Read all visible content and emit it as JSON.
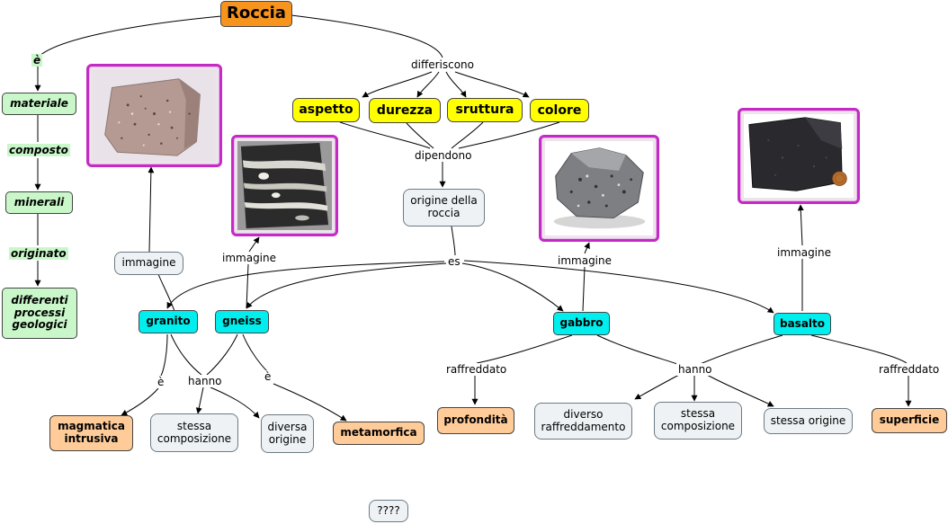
{
  "root": "Roccia",
  "linking_words": {
    "e_top": "è",
    "composto": "composto",
    "originato": "originato",
    "differiscono": "differiscono",
    "dipendono": "dipendono",
    "es": "es",
    "immagine_granito": "immagine",
    "immagine_gneiss": "immagine",
    "immagine_gabbro": "immagine",
    "immagine_basalto": "immagine",
    "e_granito": "è",
    "hanno_granito": "hanno",
    "e_gneiss": "è",
    "raffreddato_gabbro": "raffreddato",
    "hanno_gabbro": "hanno",
    "raffreddato_basalto": "raffreddato"
  },
  "concepts": {
    "materiale": "materiale",
    "minerali": "minerali",
    "differenti_processi": "differenti processi geologici",
    "aspetto": "aspetto",
    "durezza": "durezza",
    "sruttura": "sruttura",
    "colore": "colore",
    "origine": "origine della roccia",
    "granito": "granito",
    "gneiss": "gneiss",
    "gabbro": "gabbro",
    "basalto": "basalto",
    "magmatica": "magmatica intrusiva",
    "stessa_comp_1": "stessa composizione",
    "diversa_origine": "diversa origine",
    "metamorfica": "metamorfica",
    "profondita": "profondità",
    "diverso_raffreddamento": "diverso raffreddamento",
    "stessa_comp_2": "stessa composizione",
    "stessa_origine": "stessa origine",
    "superficie": "superficie",
    "unknown": "????"
  },
  "images": [
    "granite-photo",
    "gneiss-photo",
    "gabbro-photo",
    "basalt-photo"
  ],
  "colors": {
    "root": "#f7941d",
    "property": "#ffff00",
    "chain": "#c9f7c9",
    "rock_type": "#00eeee",
    "classification": "#ffcc99",
    "neutral": "#eef2f4",
    "image_border": "#c42bc4"
  }
}
